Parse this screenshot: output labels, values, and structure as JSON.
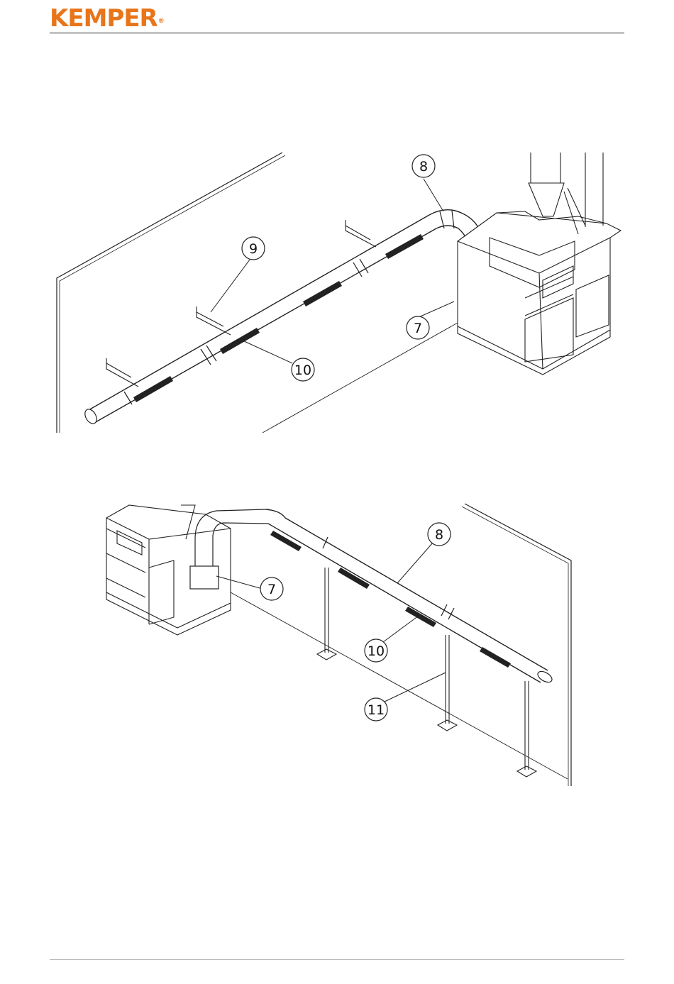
{
  "brand": {
    "name": "KEMPER",
    "registered_mark": "®",
    "color": "#e8751a"
  },
  "figures": [
    {
      "name": "wall-mounted-duct-installation",
      "callouts": [
        "8",
        "9",
        "7",
        "10"
      ]
    },
    {
      "name": "floor-stand-duct-installation",
      "callouts": [
        "8",
        "7",
        "10",
        "11"
      ]
    }
  ]
}
